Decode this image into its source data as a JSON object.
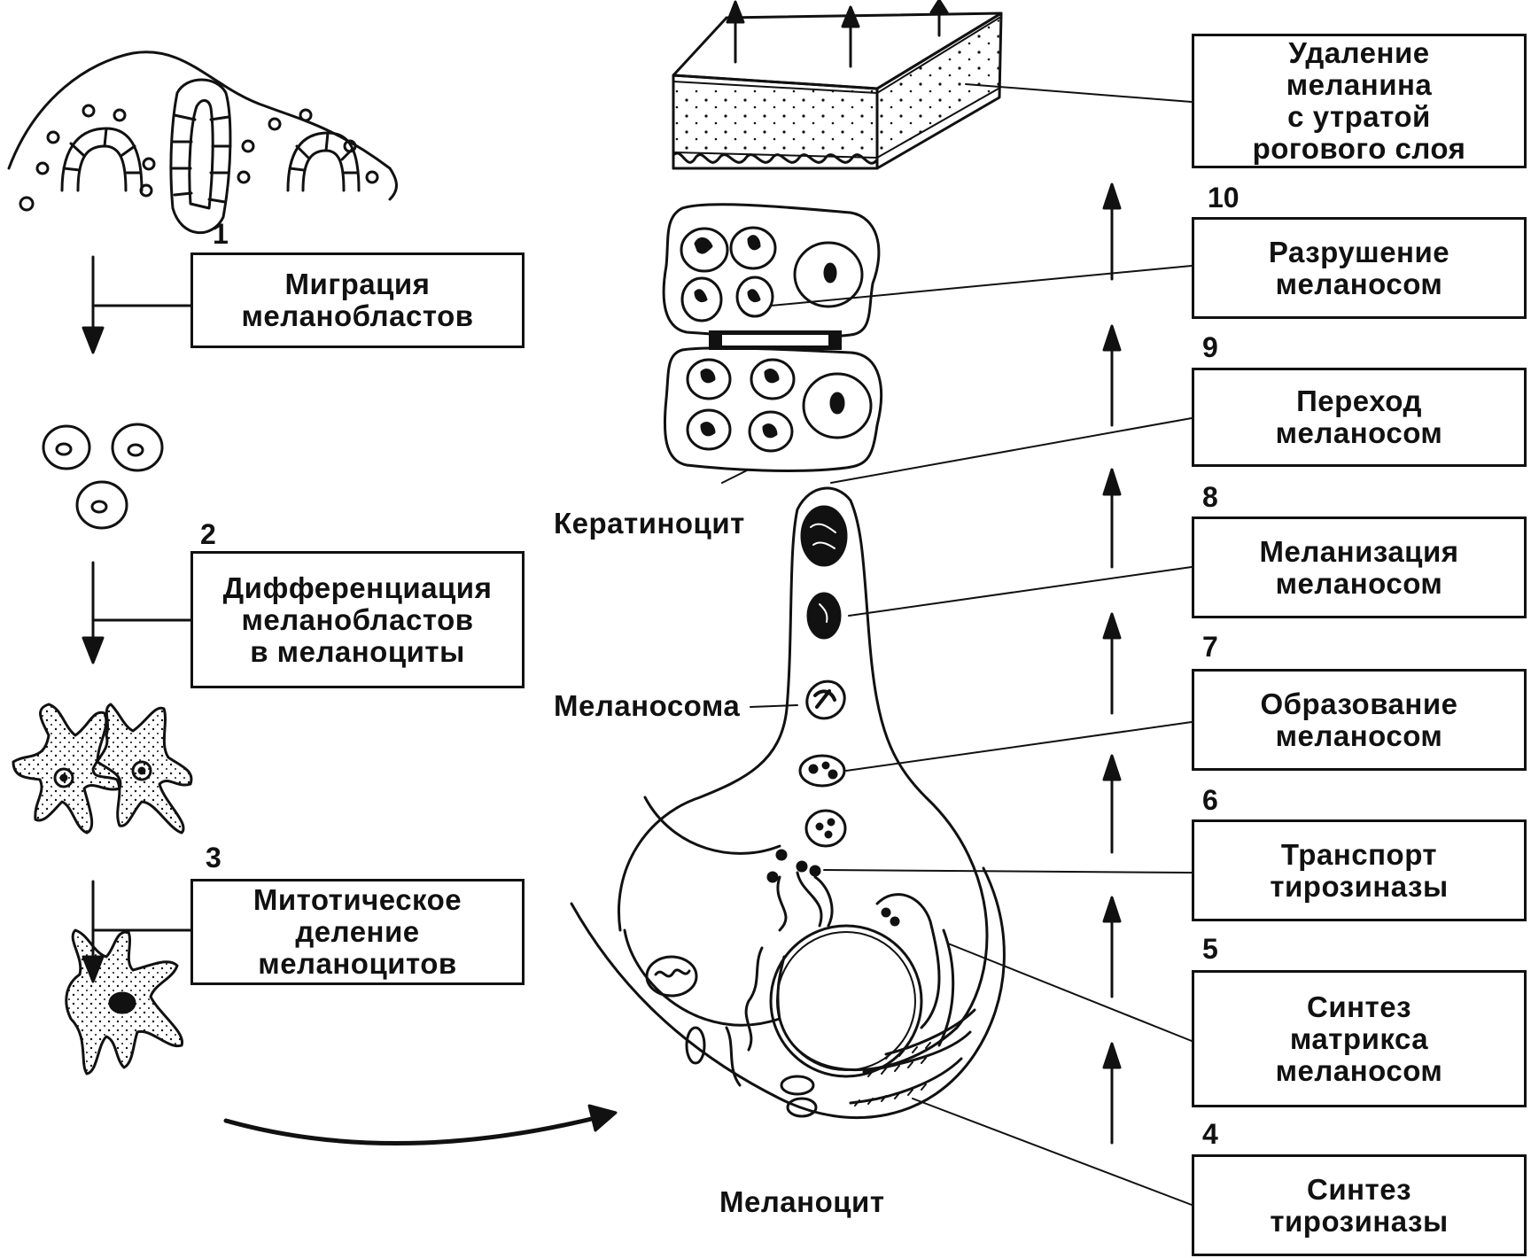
{
  "left_steps": [
    {
      "number": "1",
      "label": "Миграция\nмеланобластов"
    },
    {
      "number": "2",
      "label": "Дифференциация\nмеланобластов\nв меланоциты"
    },
    {
      "number": "3",
      "label": "Митотическое\nделение\nмеланоцитов"
    }
  ],
  "right_steps": [
    {
      "number": "",
      "label": "Удаление\nмеланина\nс утратой\nрогового слоя"
    },
    {
      "number": "10",
      "label": "Разрушение\nмеланосом"
    },
    {
      "number": "9",
      "label": "Переход\nмеланосом"
    },
    {
      "number": "8",
      "label": "Меланизация\nмеланосом"
    },
    {
      "number": "7",
      "label": "Образование\nмеланосом"
    },
    {
      "number": "6",
      "label": "Транспорт\nтирозиназы"
    },
    {
      "number": "5",
      "label": "Синтез\nматрикса\nмеланосом"
    },
    {
      "number": "4",
      "label": "Синтез\nтирозиназы"
    }
  ],
  "labels": {
    "keratinocyte": "Кератиноцит",
    "melanosome": "Меланосома",
    "melanocyte": "Меланоцит"
  }
}
